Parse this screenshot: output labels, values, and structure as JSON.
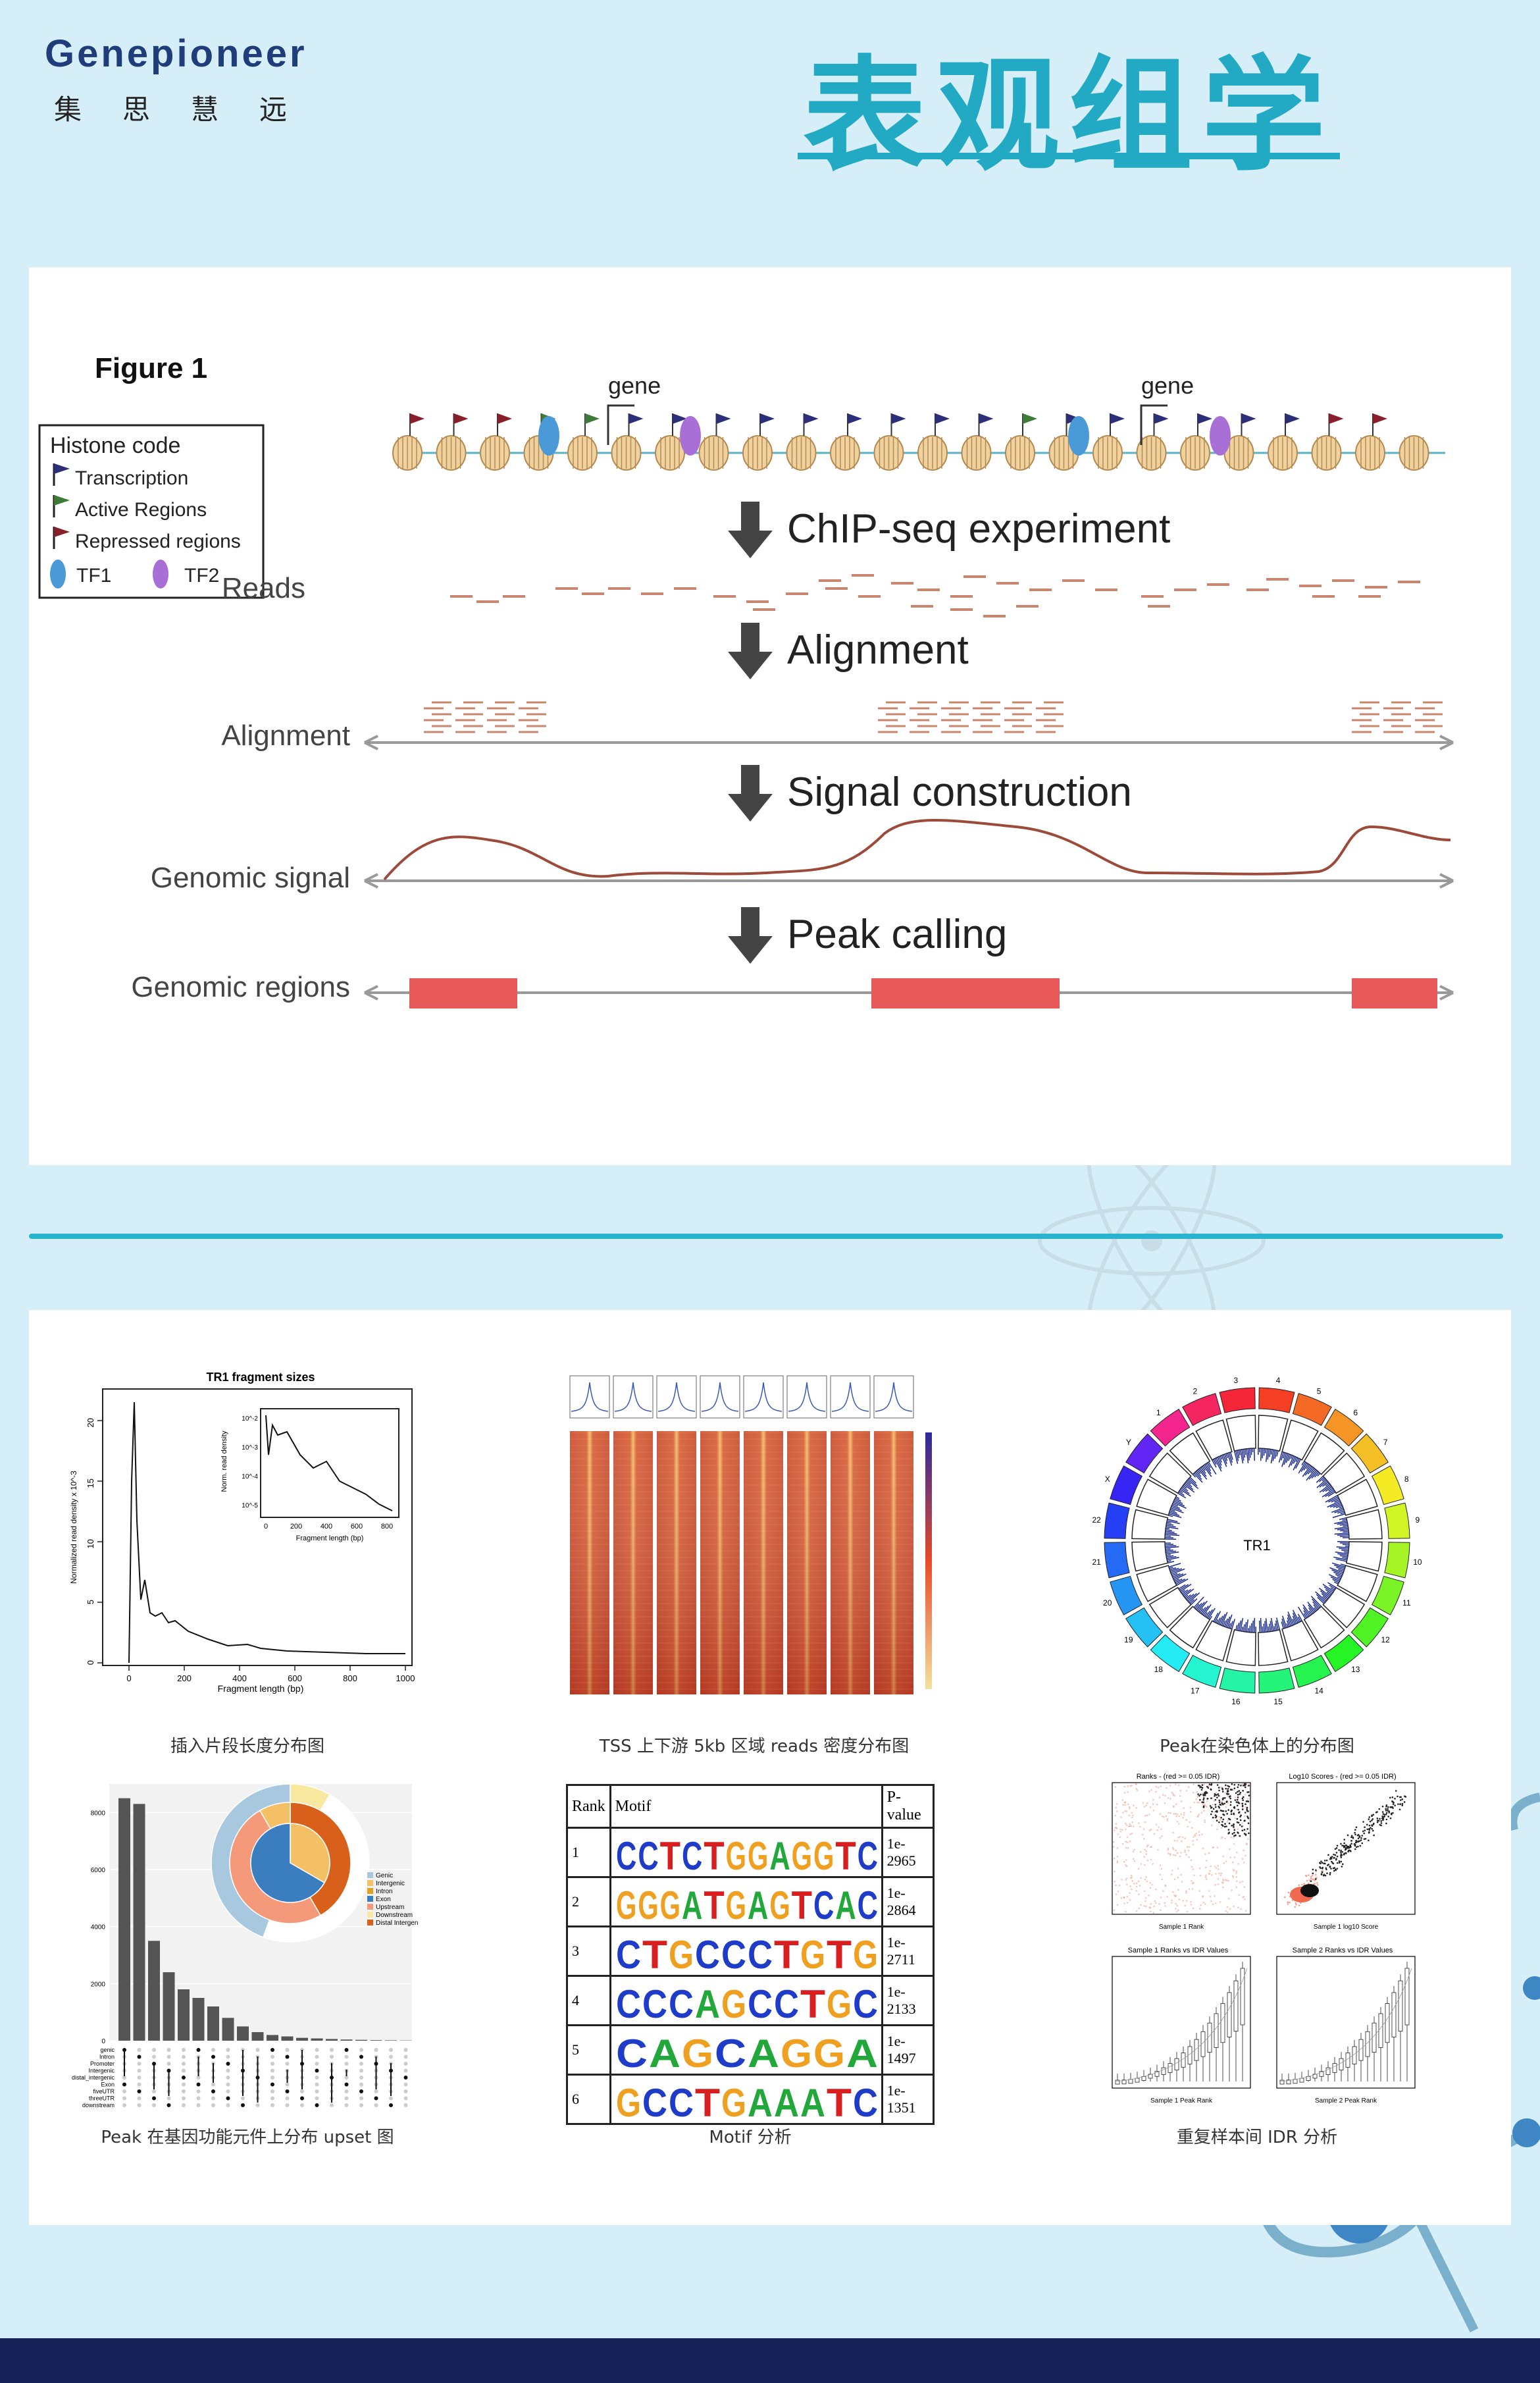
{
  "header": {
    "logo_text": "Genepioneer",
    "logo_sub": "集思慧远",
    "title": "表观组学"
  },
  "figure1": {
    "title": "Figure 1",
    "legend_title": "Histone code",
    "legend_items": [
      "Transcription",
      "Active Regions",
      "Repressed regions"
    ],
    "tf1": "TF1",
    "tf2": "TF2",
    "gene_label_1": "gene",
    "gene_label_2": "gene",
    "step1": "ChIP-seq experiment",
    "step2": "Alignment",
    "step3": "Signal construction",
    "step4": "Peak calling",
    "row_reads": "Reads",
    "row_alignment": "Alignment",
    "row_signal": "Genomic signal",
    "row_regions": "Genomic regions",
    "colors": {
      "transcription": "#2b2f7a",
      "active": "#3e7b3a",
      "repressed": "#8a1f2c",
      "tf1": "#4a9ad8",
      "tf2": "#a870d6",
      "peak": "#e85a5a",
      "signal": "#9c4a3a"
    }
  },
  "grid": {
    "frag": {
      "title": "TR1 fragment sizes",
      "ylabel": "Normalized read density x 10^-3",
      "xlabel": "Fragment length (bp)",
      "inset_ylabel": "Norm. read density",
      "inset_xlabel": "Fragment length (bp)",
      "x_ticks": [
        "0",
        "200",
        "400",
        "600",
        "800",
        "1000"
      ],
      "y_ticks": [
        "0",
        "5",
        "10",
        "15",
        "20"
      ],
      "inset_x_ticks": [
        "0",
        "200",
        "400",
        "600",
        "800"
      ],
      "inset_y_ticks": [
        "10^-2",
        "10^-3",
        "10^-4",
        "10^-5"
      ],
      "caption": "插入片段长度分布图"
    },
    "tss": {
      "caption": "TSS 上下游 5kb 区域 reads 密度分布图"
    },
    "circos": {
      "center_label": "TR1",
      "chromosomes": [
        "1",
        "2",
        "3",
        "4",
        "5",
        "6",
        "7",
        "8",
        "9",
        "10",
        "11",
        "12",
        "13",
        "14",
        "15",
        "16",
        "17",
        "18",
        "19",
        "20",
        "21",
        "22",
        "X",
        "Y"
      ],
      "caption": "Peak在染色体上的分布图"
    },
    "upset": {
      "y_ticks": [
        "0",
        "2000",
        "4000",
        "6000",
        "8000"
      ],
      "bars": [
        8500,
        8300,
        3500,
        2400,
        1800,
        1500,
        1200,
        800,
        500,
        300,
        200,
        150,
        100,
        80,
        60,
        40,
        30,
        20,
        15,
        10
      ],
      "legend": [
        "Genic",
        "Intergenic",
        "Intron",
        "Exon",
        "Upstream",
        "Downstream",
        "Distal Intergenic"
      ],
      "legend_colors": [
        "#a8c8e0",
        "#f4c066",
        "#e0a020",
        "#3a7ec0",
        "#f49a7a",
        "#f8e8a0",
        "#d8601a"
      ],
      "sets": [
        "genic",
        "Intron",
        "Promoter",
        "Intergenic",
        "distal_intergenic",
        "Exon",
        "fiveUTR",
        "threeUTR",
        "downstream"
      ],
      "caption": "Peak 在基因功能元件上分布 upset 图"
    },
    "motif": {
      "headers": [
        "Rank",
        "Motif",
        "P-value"
      ],
      "rows": [
        {
          "rank": "1",
          "p1": "1e-",
          "p2": "2965",
          "motif": "CCTCTGGAGGTC"
        },
        {
          "rank": "2",
          "p1": "1e-",
          "p2": "2864",
          "motif": "GGGATGAGTCAC"
        },
        {
          "rank": "3",
          "p1": "1e-",
          "p2": "2711",
          "motif": "CTGCCCTGTG"
        },
        {
          "rank": "4",
          "p1": "1e-",
          "p2": "2133",
          "motif": "CCCAGCCTGC"
        },
        {
          "rank": "5",
          "p1": "1e-",
          "p2": "1497",
          "motif": "CAGCAGGA"
        },
        {
          "rank": "6",
          "p1": "1e-",
          "p2": "1351",
          "motif": "GCCTGAAATC"
        }
      ],
      "caption": "Motif 分析"
    },
    "idr": {
      "plot1_title": "Ranks - (red >= 0.05 IDR)",
      "plot2_title": "Log10 Scores - (red >= 0.05 IDR)",
      "plot3_title": "Sample 1 Ranks vs IDR Values",
      "plot4_title": "Sample 2 Ranks vs IDR Values",
      "plot1_xlabel": "Sample 1 Rank",
      "plot2_xlabel": "Sample 1 log10 Score",
      "plot3_xlabel": "Sample 1 Peak Rank",
      "plot4_xlabel": "Sample 2 Peak Rank",
      "caption": "重复样本间 IDR 分析"
    }
  }
}
